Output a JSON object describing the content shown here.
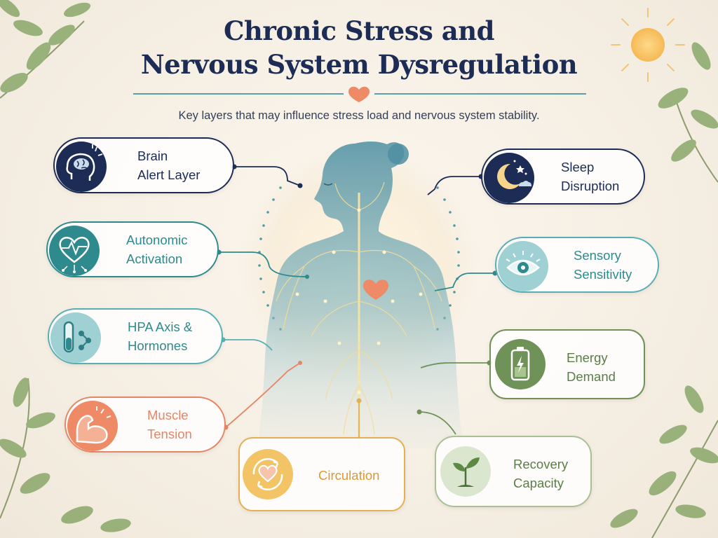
{
  "title_line1": "Chronic Stress and",
  "title_line2": "Nervous System Dysregulation",
  "subtitle": "Key layers that may influence stress load and nervous system stability.",
  "colors": {
    "navy": "#1c2c55",
    "teal": "#2e8a8d",
    "light_teal": "#58aeb6",
    "coral": "#e58566",
    "gold": "#e3b054",
    "green": "#6e9258",
    "sage": "#8ba87a"
  },
  "cards": [
    {
      "id": "brain",
      "lines": [
        "Brain",
        "Alert Layer"
      ],
      "icon": "brain-head-icon"
    },
    {
      "id": "autonomic",
      "lines": [
        "Autonomic",
        "Activation"
      ],
      "icon": "heartbeat-icon"
    },
    {
      "id": "hpa",
      "lines": [
        "HPA Axis &",
        "Hormones"
      ],
      "icon": "test-tube-molecule-icon"
    },
    {
      "id": "muscle",
      "lines": [
        "Muscle",
        "Tension"
      ],
      "icon": "flexed-arm-icon"
    },
    {
      "id": "circulation",
      "lines": [
        "Circulation"
      ],
      "icon": "circular-heart-icon"
    },
    {
      "id": "sleep",
      "lines": [
        "Sleep",
        "Disruption"
      ],
      "icon": "moon-stars-icon"
    },
    {
      "id": "sensory",
      "lines": [
        "Sensory",
        "Sensitivity"
      ],
      "icon": "eye-icon"
    },
    {
      "id": "energy",
      "lines": [
        "Energy",
        "Demand"
      ],
      "icon": "battery-bolt-icon"
    },
    {
      "id": "recovery",
      "lines": [
        "Recovery",
        "Capacity"
      ],
      "icon": "sprout-icon"
    }
  ]
}
